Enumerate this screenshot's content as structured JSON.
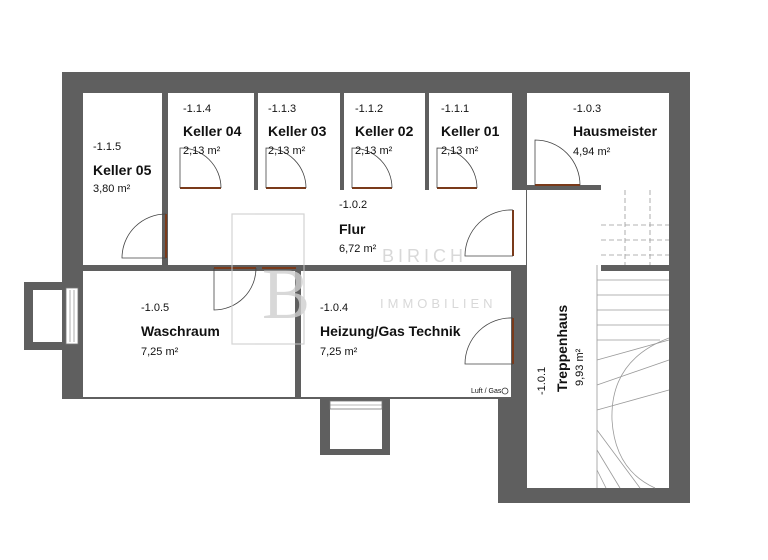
{
  "rooms": [
    {
      "num": "-1.1.5",
      "name": "Keller 05",
      "area": "3,80 m²"
    },
    {
      "num": "-1.1.4",
      "name": "Keller 04",
      "area": "2,13 m²"
    },
    {
      "num": "-1.1.3",
      "name": "Keller 03",
      "area": "2,13 m²"
    },
    {
      "num": "-1.1.2",
      "name": "Keller 02",
      "area": "2,13 m²"
    },
    {
      "num": "-1.1.1",
      "name": "Keller 01",
      "area": "2,13 m²"
    },
    {
      "num": "-1.0.3",
      "name": "Hausmeister",
      "area": "4,94 m²"
    },
    {
      "num": "-1.0.2",
      "name": "Flur",
      "area": "6,72 m²"
    },
    {
      "num": "-1.0.5",
      "name": "Waschraum",
      "area": "7,25 m²"
    },
    {
      "num": "-1.0.4",
      "name": "Heizung/Gas Technik",
      "area": "7,25 m²"
    },
    {
      "num": "-1.0.1",
      "name": "Treppenhaus",
      "area": "9,93 m²"
    }
  ],
  "annotations": {
    "luft_gas": "Luft / Gas"
  },
  "watermark": {
    "letters": "B",
    "brand": "BIRICH",
    "sub": "IMMOBILIEN"
  }
}
